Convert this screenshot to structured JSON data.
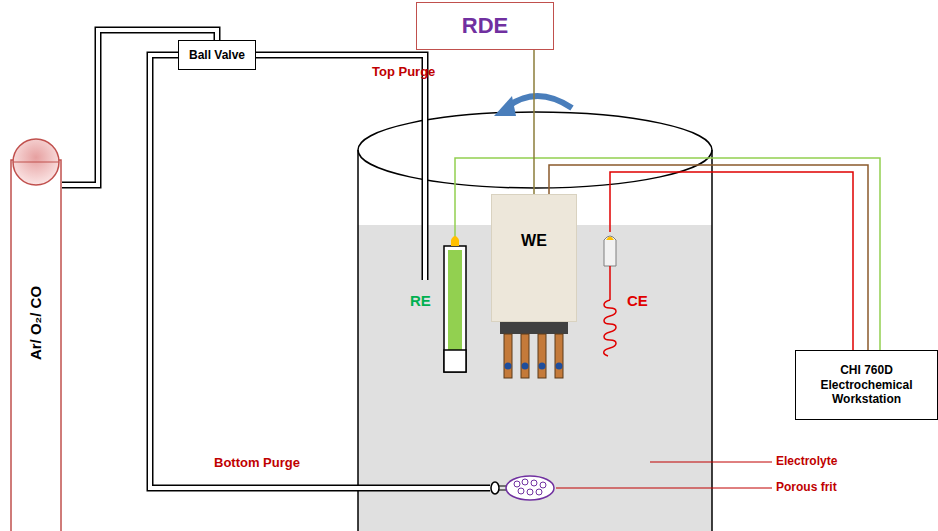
{
  "diagram": {
    "nodes": [
      {
        "text": [
          "Ar/ O₂/ CO"
        ]
      },
      {
        "text": [
          "Ball Valve"
        ]
      },
      {
        "text": [
          "RDE"
        ]
      },
      {
        "text": [
          "WE"
        ]
      },
      {
        "text": [
          "CHI 760D Electrochemical Workstation"
        ]
      }
    ],
    "edges": [
      {
        "from": 0,
        "to": 1,
        "arrow": "none"
      },
      {
        "from": 2,
        "to": 3,
        "arrow": "none"
      },
      {
        "from": 3,
        "to": 4,
        "arrow": "none"
      }
    ],
    "labels": [
      "Top Purge",
      "RE",
      "CE",
      "Bottom Purge",
      "Electrolyte",
      "Porous frit"
    ]
  }
}
